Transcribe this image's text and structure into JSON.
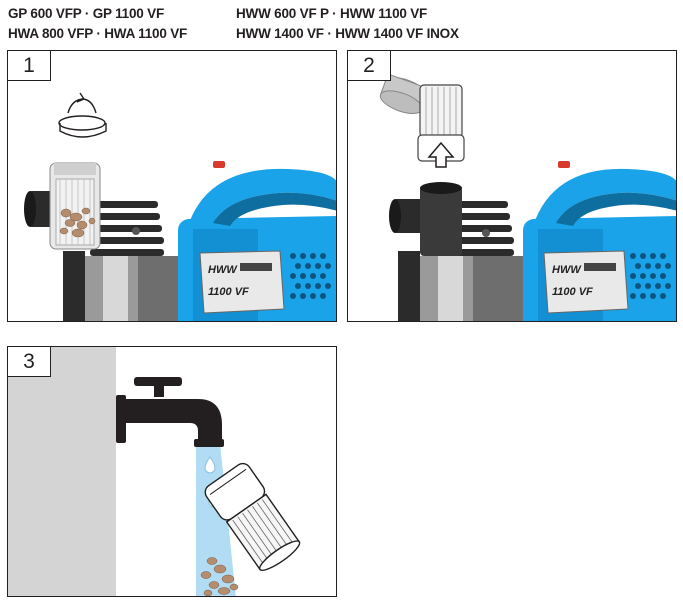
{
  "header": {
    "line1_left": "GP 600 VFP · GP 1100 VF",
    "line2_left": "HWA 800 VFP · HWA 1100 VF",
    "line1_right": "HWW 600 VF P · HWW 1100 VF",
    "line2_right": "HWW 1400 VF · HWW 1400 VF INOX"
  },
  "steps": [
    {
      "number": "1"
    },
    {
      "number": "2"
    },
    {
      "number": "3"
    }
  ],
  "pump_badge": {
    "brand": "HWW",
    "model": "1100 VF"
  },
  "colors": {
    "pump_blue": "#1aa3e8",
    "pump_dark": "#2b2b2b",
    "wall_gray": "#d4d4d4",
    "water_blue": "#a9d8f2"
  }
}
